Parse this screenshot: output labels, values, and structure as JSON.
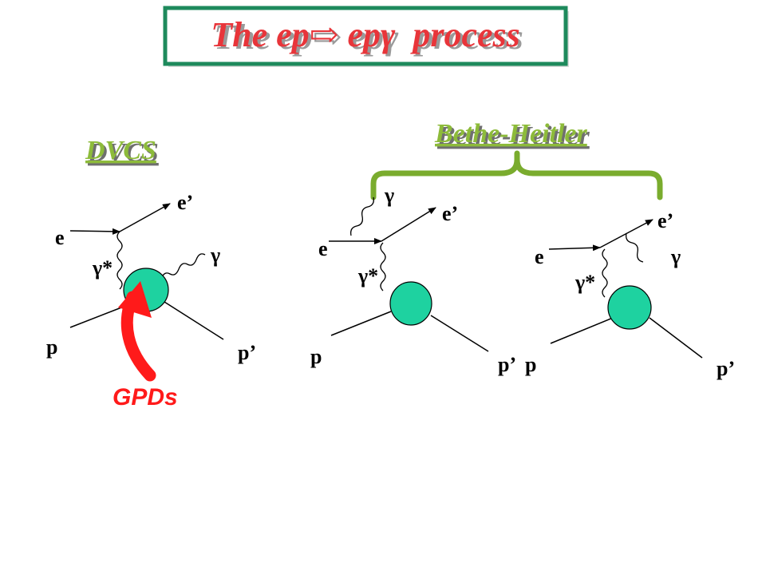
{
  "title": {
    "prefix": "The ep",
    "arrow_glyph": "⇨",
    "suffix": " epγ  process",
    "text_color": "#e8353a",
    "shadow_color": "#9a9a9a",
    "border_color": "#1e8a5c"
  },
  "dvcs": {
    "heading": "DVCS",
    "heading_color": "#8dbb3a",
    "labels": {
      "e": "e",
      "e_prime": "e’",
      "gamma_star": "γ*",
      "gamma": "γ",
      "p": "p",
      "p_prime": "p’"
    },
    "gpds_label": "GPDs",
    "gpds_color": "#ff1a1a"
  },
  "bethe_heitler": {
    "heading": "Bethe-Heitler",
    "heading_color": "#8dbb3a",
    "brace_color": "#7aac2e",
    "diagram1": {
      "e": "e",
      "e_prime": "e’",
      "gamma_star": "γ*",
      "gamma": "γ",
      "p": "p",
      "p_prime": "p’"
    },
    "diagram2": {
      "e": "e",
      "e_prime": "e’",
      "gamma_star": "γ*",
      "gamma": "γ",
      "p": "p",
      "p_prime": "p’"
    }
  },
  "colors": {
    "blob_fill": "#1ed2a0",
    "line": "#000000"
  }
}
